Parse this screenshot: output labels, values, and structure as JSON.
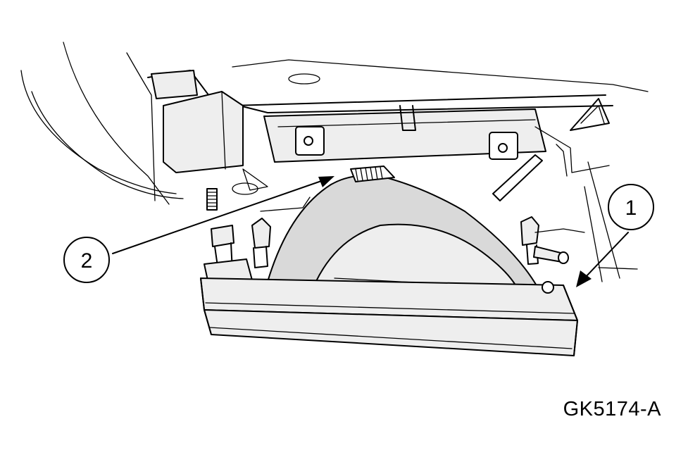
{
  "callouts": [
    {
      "number": "1"
    },
    {
      "number": "2"
    }
  ],
  "figure_code": "GK5174-A"
}
